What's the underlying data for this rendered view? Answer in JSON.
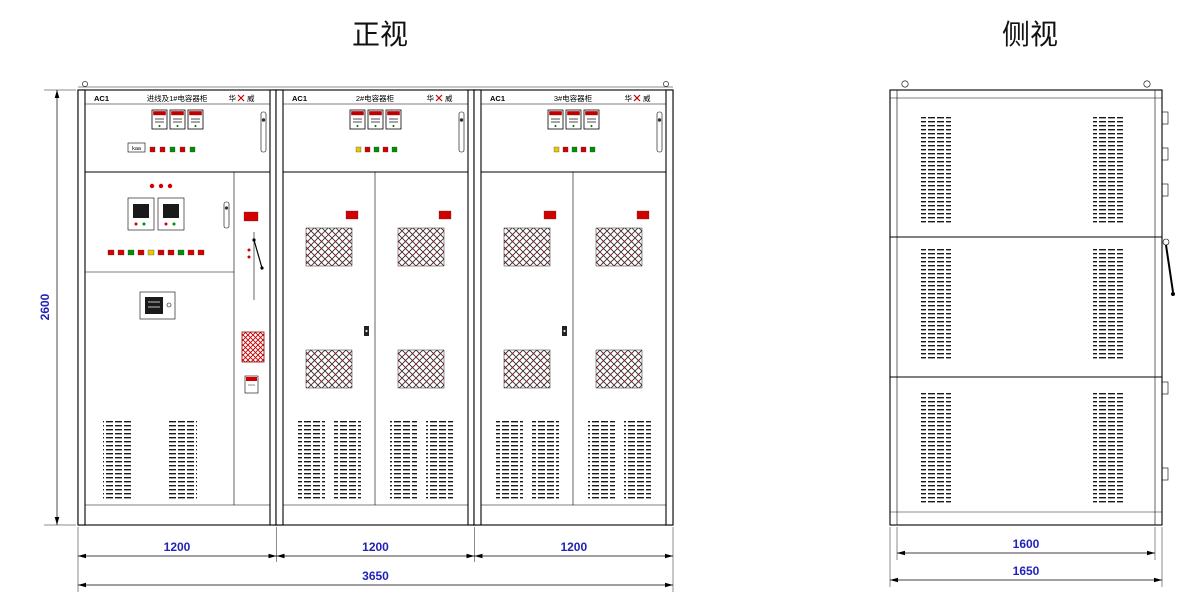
{
  "titles": {
    "front": "正视",
    "side": "侧视"
  },
  "cabinets": [
    {
      "tag": "AC1",
      "name": "进线及1#电容器柜",
      "brand_left": "华",
      "brand_right": "威"
    },
    {
      "tag": "AC1",
      "name": "2#电容器柜",
      "brand_left": "华",
      "brand_right": "威"
    },
    {
      "tag": "AC1",
      "name": "3#电容器柜",
      "brand_left": "华",
      "brand_right": "威"
    }
  ],
  "panel_box_label": "kaa",
  "dimensions": {
    "front_height": "2600",
    "front_widths": [
      "1200",
      "1200",
      "1200"
    ],
    "front_total": "3650",
    "side_inner": "1600",
    "side_outer": "1650"
  },
  "colors": {
    "dimension_text": "#2222bb",
    "accent_red": "#cc0000",
    "indicator_green": "#009000",
    "indicator_yellow": "#e6c800",
    "line": "#000000"
  }
}
